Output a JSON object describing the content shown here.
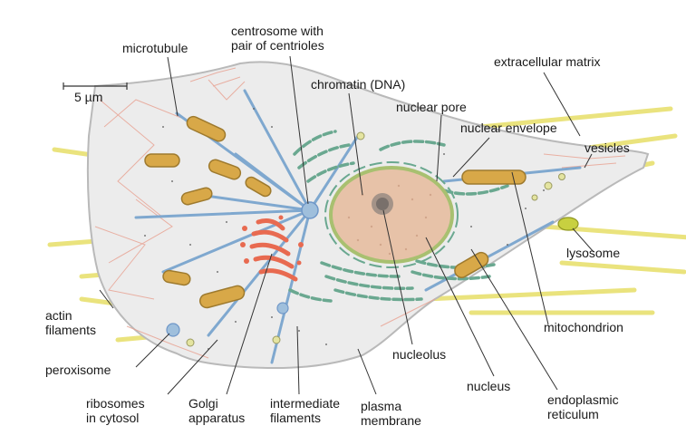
{
  "diagram": {
    "scale_bar": "5 µm",
    "labels": {
      "microtubule": "microtubule",
      "centrosome": "centrosome with\npair of centrioles",
      "chromatin": "chromatin (DNA)",
      "nuclear_pore": "nuclear pore",
      "nuclear_envelope": "nuclear envelope",
      "extracellular_matrix": "extracellular matrix",
      "vesicles": "vesicles",
      "lysosome": "lysosome",
      "mitochondrion": "mitochondrion",
      "actin_filaments": "actin\nfilaments",
      "peroxisome": "peroxisome",
      "ribosomes": "ribosomes\nin cytosol",
      "golgi": "Golgi\napparatus",
      "intermediate_filaments": "intermediate\nfilaments",
      "plasma_membrane": "plasma\nmembrane",
      "nucleolus": "nucleolus",
      "nucleus": "nucleus",
      "endoplasmic_reticulum": "endoplasmic\nreticulum"
    },
    "colors": {
      "cytoplasm": "#ececec",
      "membrane": "#b9b9b9",
      "ecm": "#e8e070",
      "nucleus_fill": "#e7c2a8",
      "nuclear_envelope": "#a8c070",
      "nucleolus": "#6e6e6e",
      "er": "#6aa890",
      "golgi": "#e86a50",
      "mitochondrion_fill": "#d8a848",
      "microtubule": "#7fa8cf",
      "actin": "#e8a090",
      "lysosome": "#c8d040",
      "peroxisome": "#6f97c8",
      "leader": "#333333"
    }
  }
}
